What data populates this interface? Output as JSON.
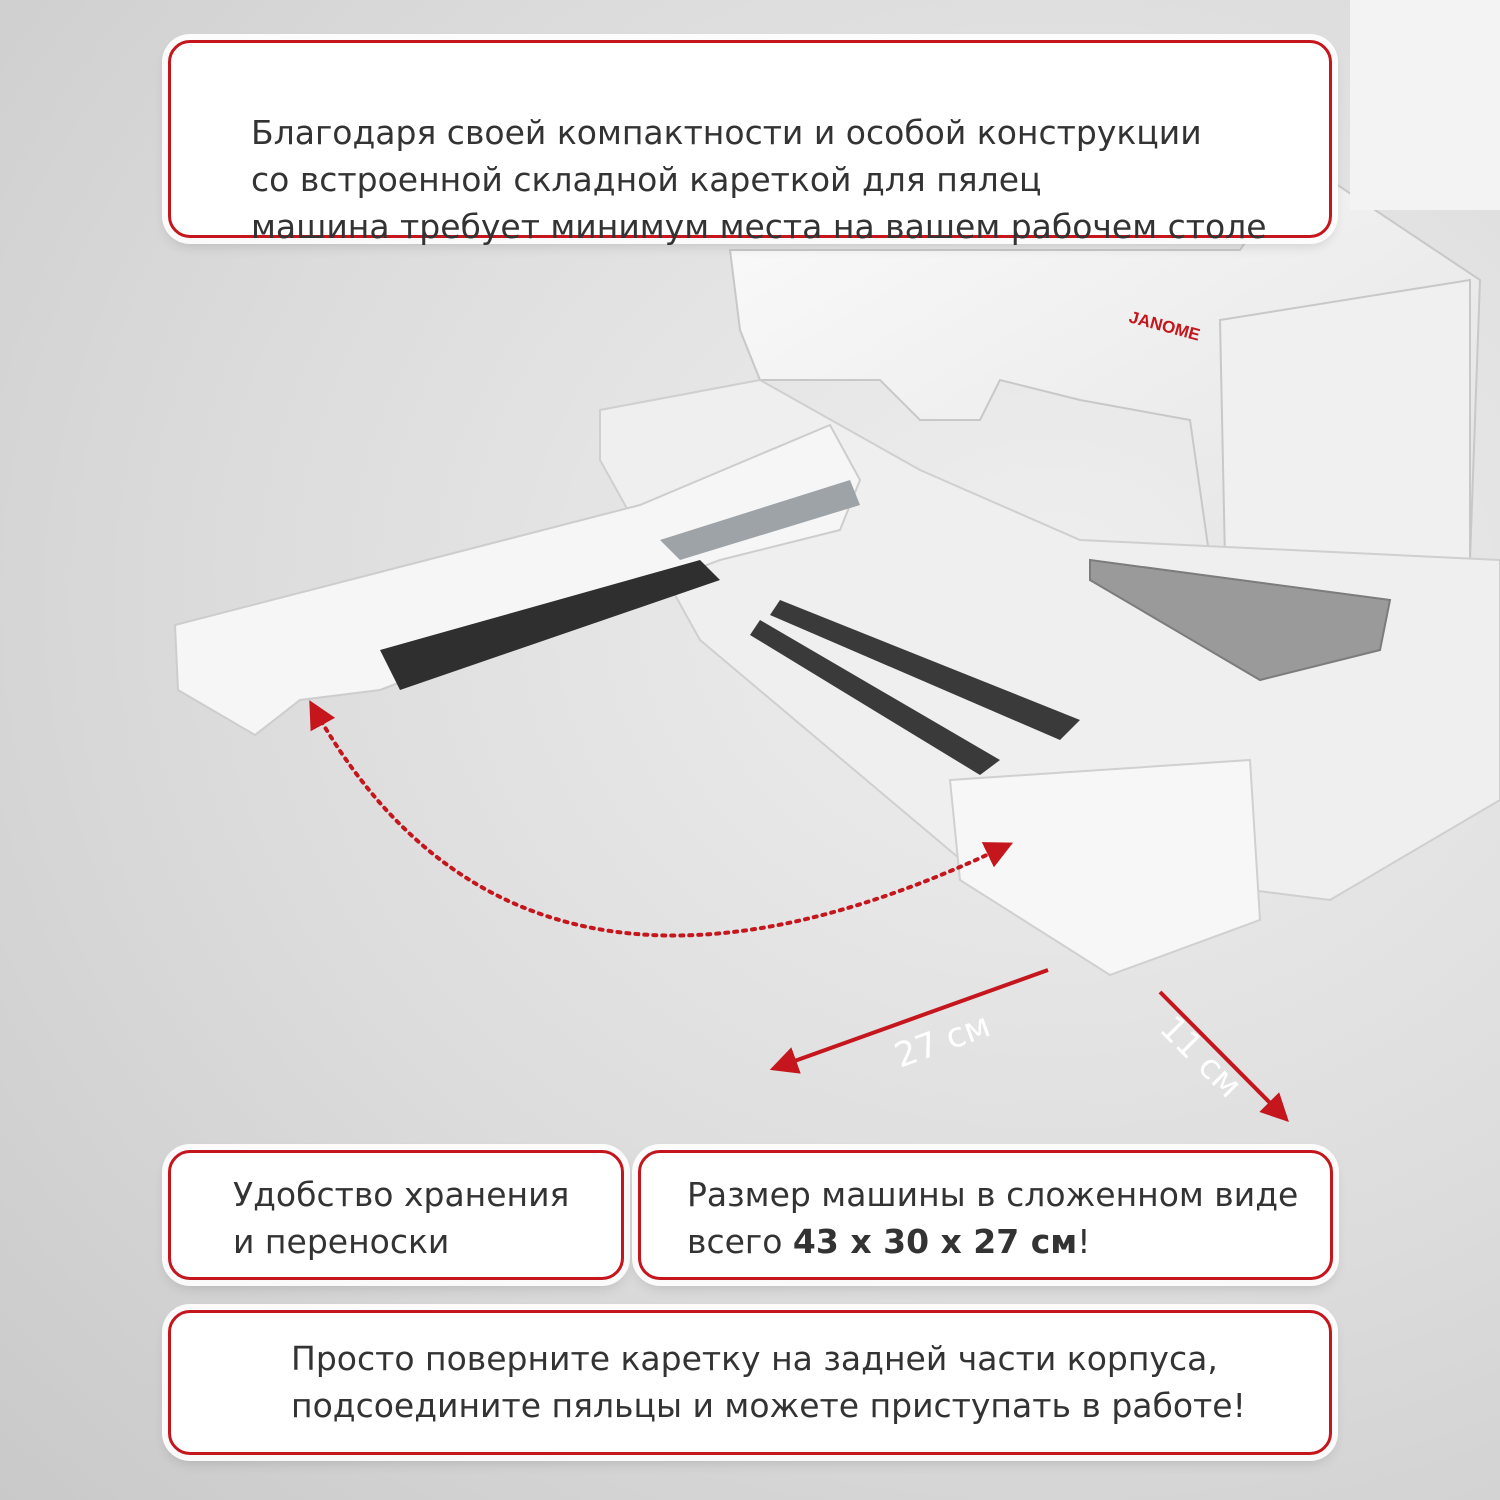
{
  "top_callout": {
    "line1": "Благодаря своей компактности и особой конструкции",
    "line2": "со встроенной складной кареткой для пялец",
    "line3": "машина требует минимум места на вашем рабочем столе"
  },
  "storage_callout": {
    "line1": "Удобство хранения",
    "line2": "и переноски"
  },
  "size_callout": {
    "line1": "Размер машины в сложенном виде",
    "line2_prefix": "всего ",
    "line2_bold": "43 х 30 х 27 см",
    "line2_suffix": "!"
  },
  "bottom_callout": {
    "line1": "Просто поверните каретку на задней части корпуса,",
    "line2": "подсоедините пяльцы и можете приступать в работе!"
  },
  "product": {
    "brand": "JANOME"
  },
  "dimensions": {
    "width_label": "27 см",
    "depth_label": "11 см"
  },
  "colors": {
    "accent": "#c4161c",
    "text": "#333333",
    "machine_body": "#f4f4f4"
  }
}
